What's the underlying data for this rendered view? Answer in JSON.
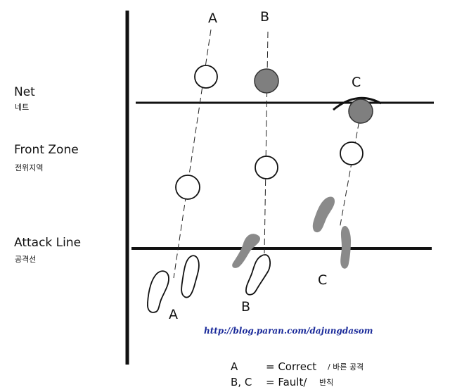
{
  "zones": {
    "net": {
      "label": "Net",
      "sub": "네트"
    },
    "front": {
      "label": "Front Zone",
      "sub": "전위지역"
    },
    "attack": {
      "label": "Attack Line",
      "sub": "공격선"
    }
  },
  "paths": {
    "a_top": "A",
    "b_top": "B",
    "c_top": "C",
    "a_bottom": "A",
    "b_bottom": "B",
    "c_bottom": "C"
  },
  "url": "http://blog.paran.com/dajungdasom",
  "legend": {
    "row1_key": "A",
    "row1_value": "= Correct",
    "row1_sub": "/ 바른 공격",
    "row2_key": "B, C",
    "row2_value": "= Fault/",
    "row2_sub": "반칙"
  },
  "colors": {
    "line": "#111111",
    "fault_fill": "#7f7f7f",
    "url": "#1a2a9a"
  }
}
